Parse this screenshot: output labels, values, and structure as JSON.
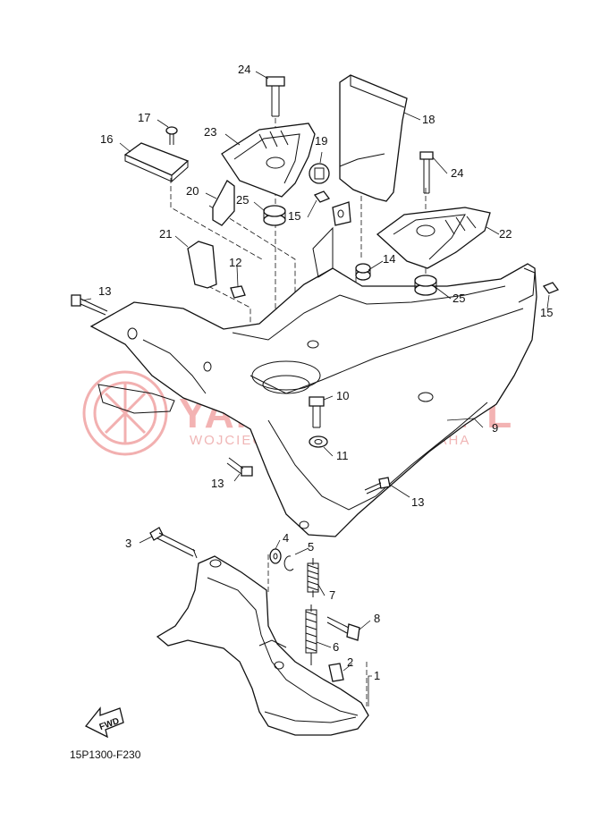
{
  "diagram": {
    "code": "15P1300-F230",
    "fwd_label": "FWD",
    "watermark": {
      "title": "YAMASKLEP.PL",
      "subtitle": "WOJCIECHOWSKI DEALER YAMAHA",
      "color": "#e06060"
    },
    "callouts": [
      {
        "id": "c1",
        "label": "1"
      },
      {
        "id": "c2",
        "label": "2"
      },
      {
        "id": "c3",
        "label": "3"
      },
      {
        "id": "c4",
        "label": "4"
      },
      {
        "id": "c5",
        "label": "5"
      },
      {
        "id": "c6",
        "label": "6"
      },
      {
        "id": "c7",
        "label": "7"
      },
      {
        "id": "c8",
        "label": "8"
      },
      {
        "id": "c9",
        "label": "9"
      },
      {
        "id": "c10",
        "label": "10"
      },
      {
        "id": "c11",
        "label": "11"
      },
      {
        "id": "c12",
        "label": "12"
      },
      {
        "id": "c13a",
        "label": "13"
      },
      {
        "id": "c13b",
        "label": "13"
      },
      {
        "id": "c13c",
        "label": "13"
      },
      {
        "id": "c14",
        "label": "14"
      },
      {
        "id": "c15a",
        "label": "15"
      },
      {
        "id": "c15b",
        "label": "15"
      },
      {
        "id": "c16",
        "label": "16"
      },
      {
        "id": "c17",
        "label": "17"
      },
      {
        "id": "c18",
        "label": "18"
      },
      {
        "id": "c19",
        "label": "19"
      },
      {
        "id": "c20",
        "label": "20"
      },
      {
        "id": "c21",
        "label": "21"
      },
      {
        "id": "c22",
        "label": "22"
      },
      {
        "id": "c23",
        "label": "23"
      },
      {
        "id": "c24a",
        "label": "24"
      },
      {
        "id": "c24b",
        "label": "24"
      },
      {
        "id": "c25a",
        "label": "25"
      },
      {
        "id": "c25b",
        "label": "25"
      }
    ]
  }
}
